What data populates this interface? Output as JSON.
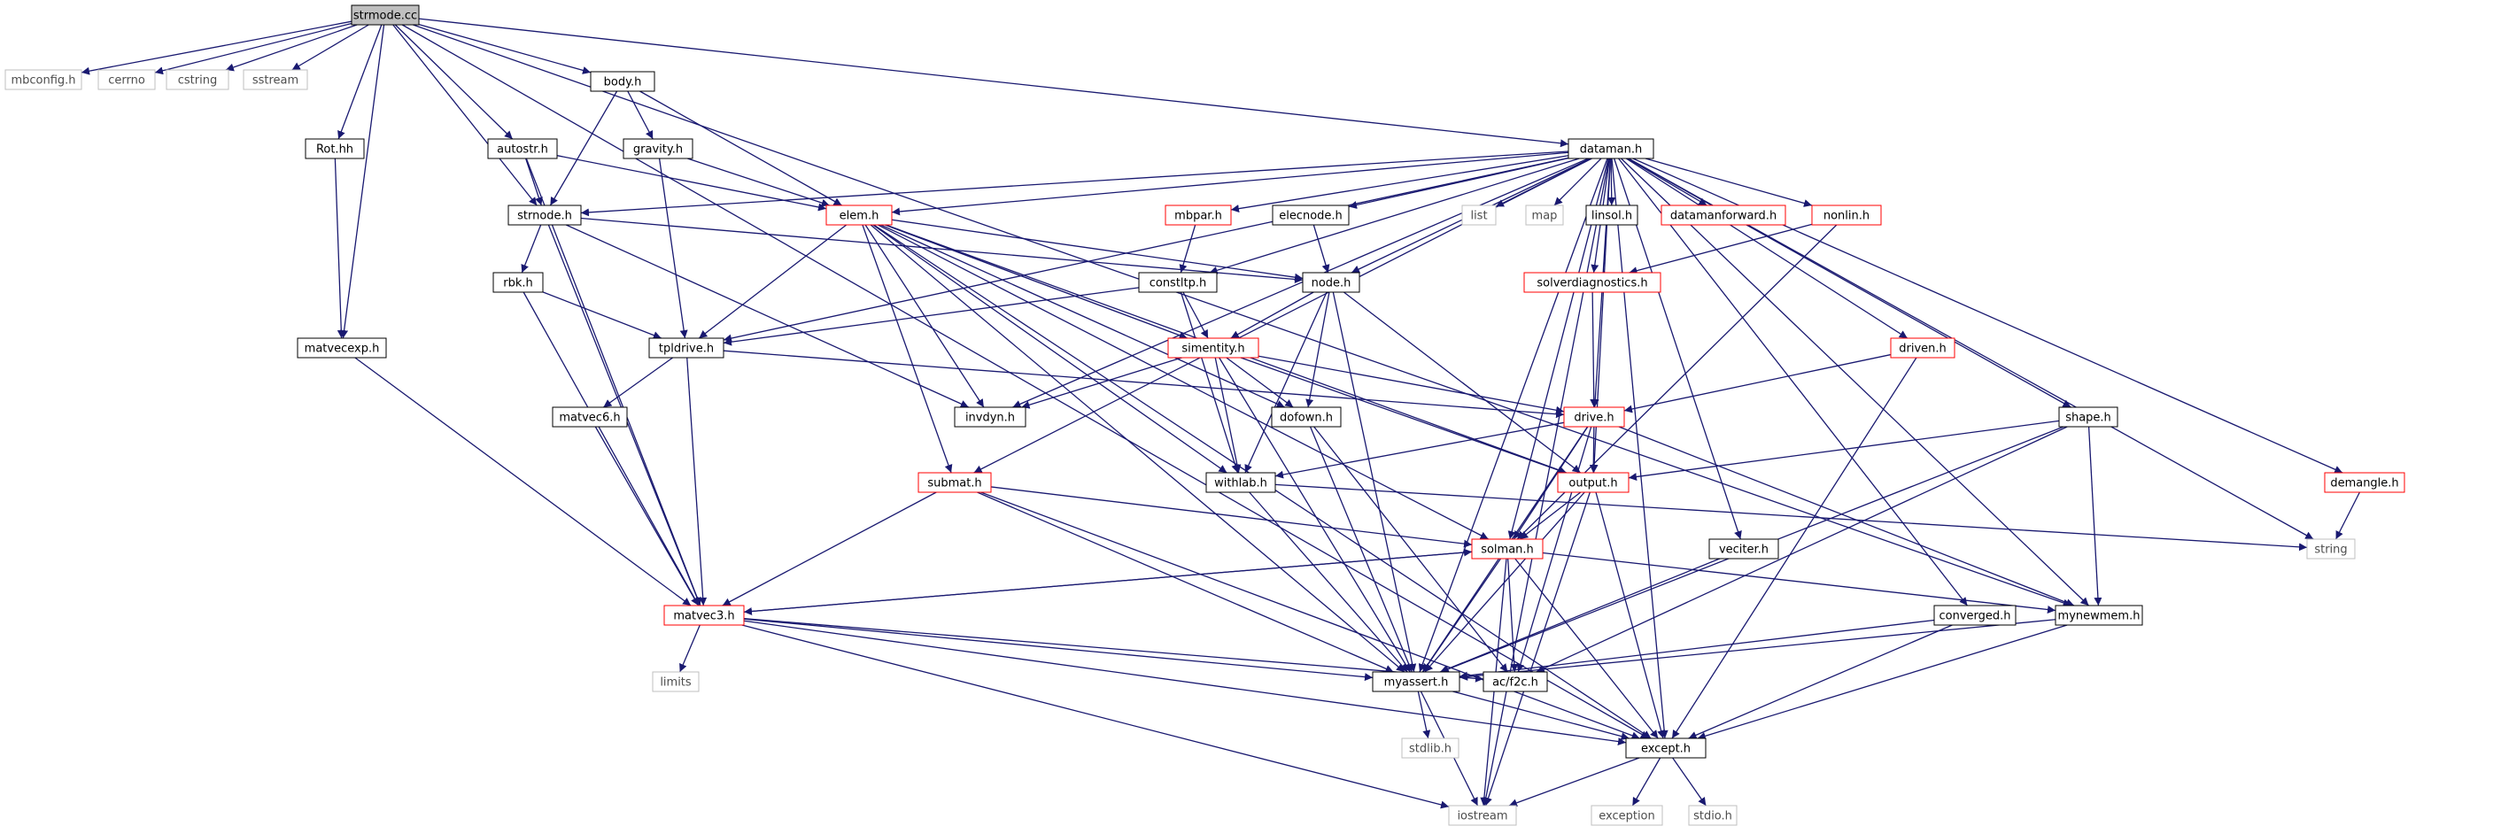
{
  "colors": {
    "edge": "#191970",
    "border_normal": "#000000",
    "border_truncated": "#ff0000",
    "border_external": "#bfbfbf",
    "fill_root": "#bfbfbf",
    "fill_normal": "#ffffff",
    "text_normal": "#000000",
    "text_external": "#4d4d4d"
  },
  "nodes": [
    {
      "id": "strmode_cc",
      "label": "strmode.cc",
      "kind": "root"
    },
    {
      "id": "mbconfig",
      "label": "mbconfig.h",
      "kind": "external"
    },
    {
      "id": "cerrno",
      "label": "cerrno",
      "kind": "external"
    },
    {
      "id": "cstring",
      "label": "cstring",
      "kind": "external"
    },
    {
      "id": "sstream",
      "label": "sstream",
      "kind": "external"
    },
    {
      "id": "body",
      "label": "body.h",
      "kind": "normal"
    },
    {
      "id": "rot",
      "label": "Rot.hh",
      "kind": "normal"
    },
    {
      "id": "autostr",
      "label": "autostr.h",
      "kind": "normal"
    },
    {
      "id": "gravity",
      "label": "gravity.h",
      "kind": "normal"
    },
    {
      "id": "dataman",
      "label": "dataman.h",
      "kind": "normal"
    },
    {
      "id": "strnode",
      "label": "strnode.h",
      "kind": "normal"
    },
    {
      "id": "elem",
      "label": "elem.h",
      "kind": "truncated"
    },
    {
      "id": "mbpar",
      "label": "mbpar.h",
      "kind": "truncated"
    },
    {
      "id": "elecnode",
      "label": "elecnode.h",
      "kind": "normal"
    },
    {
      "id": "list",
      "label": "list",
      "kind": "external"
    },
    {
      "id": "map",
      "label": "map",
      "kind": "external"
    },
    {
      "id": "linsol",
      "label": "linsol.h",
      "kind": "normal"
    },
    {
      "id": "datamanforward",
      "label": "datamanforward.h",
      "kind": "truncated"
    },
    {
      "id": "nonlin",
      "label": "nonlin.h",
      "kind": "truncated"
    },
    {
      "id": "rbk",
      "label": "rbk.h",
      "kind": "normal"
    },
    {
      "id": "constltp",
      "label": "constltp.h",
      "kind": "normal"
    },
    {
      "id": "node",
      "label": "node.h",
      "kind": "normal"
    },
    {
      "id": "solverdiag",
      "label": "solverdiagnostics.h",
      "kind": "truncated"
    },
    {
      "id": "matvecexp",
      "label": "matvecexp.h",
      "kind": "normal"
    },
    {
      "id": "tpldrive",
      "label": "tpldrive.h",
      "kind": "normal"
    },
    {
      "id": "simentity",
      "label": "simentity.h",
      "kind": "truncated"
    },
    {
      "id": "driven",
      "label": "driven.h",
      "kind": "truncated"
    },
    {
      "id": "matvec6",
      "label": "matvec6.h",
      "kind": "normal"
    },
    {
      "id": "invdyn",
      "label": "invdyn.h",
      "kind": "normal"
    },
    {
      "id": "dofown",
      "label": "dofown.h",
      "kind": "normal"
    },
    {
      "id": "drive",
      "label": "drive.h",
      "kind": "truncated"
    },
    {
      "id": "shape",
      "label": "shape.h",
      "kind": "normal"
    },
    {
      "id": "withlab",
      "label": "withlab.h",
      "kind": "normal"
    },
    {
      "id": "output",
      "label": "output.h",
      "kind": "truncated"
    },
    {
      "id": "submat",
      "label": "submat.h",
      "kind": "truncated"
    },
    {
      "id": "demangle",
      "label": "demangle.h",
      "kind": "truncated"
    },
    {
      "id": "string",
      "label": "string",
      "kind": "external"
    },
    {
      "id": "solman",
      "label": "solman.h",
      "kind": "truncated"
    },
    {
      "id": "veciter",
      "label": "veciter.h",
      "kind": "normal"
    },
    {
      "id": "matvec3",
      "label": "matvec3.h",
      "kind": "truncated"
    },
    {
      "id": "converged",
      "label": "converged.h",
      "kind": "normal"
    },
    {
      "id": "mynewmem",
      "label": "mynewmem.h",
      "kind": "normal"
    },
    {
      "id": "limits",
      "label": "limits",
      "kind": "external"
    },
    {
      "id": "myassert",
      "label": "myassert.h",
      "kind": "normal"
    },
    {
      "id": "acf2c",
      "label": "ac/f2c.h",
      "kind": "normal"
    },
    {
      "id": "stdlib",
      "label": "stdlib.h",
      "kind": "external"
    },
    {
      "id": "except",
      "label": "except.h",
      "kind": "normal"
    },
    {
      "id": "iostream",
      "label": "iostream",
      "kind": "external"
    },
    {
      "id": "exception",
      "label": "exception",
      "kind": "external"
    },
    {
      "id": "stdio",
      "label": "stdio.h",
      "kind": "external"
    }
  ],
  "edges": [
    [
      "strmode_cc",
      "mbconfig"
    ],
    [
      "strmode_cc",
      "cerrno"
    ],
    [
      "strmode_cc",
      "cstring"
    ],
    [
      "strmode_cc",
      "sstream"
    ],
    [
      "strmode_cc",
      "body"
    ],
    [
      "strmode_cc",
      "rot"
    ],
    [
      "strmode_cc",
      "autostr"
    ],
    [
      "strmode_cc",
      "strnode"
    ],
    [
      "strmode_cc",
      "matvecexp"
    ],
    [
      "strmode_cc",
      "dataman"
    ],
    [
      "strmode_cc",
      "mynewmem"
    ],
    [
      "strmode_cc",
      "except"
    ],
    [
      "body",
      "gravity"
    ],
    [
      "body",
      "elem"
    ],
    [
      "body",
      "strnode"
    ],
    [
      "rot",
      "matvecexp"
    ],
    [
      "autostr",
      "elem"
    ],
    [
      "autostr",
      "strnode"
    ],
    [
      "autostr",
      "matvec3"
    ],
    [
      "gravity",
      "elem"
    ],
    [
      "gravity",
      "tpldrive"
    ],
    [
      "dataman",
      "strnode"
    ],
    [
      "dataman",
      "elem"
    ],
    [
      "dataman",
      "mbpar"
    ],
    [
      "dataman",
      "elecnode"
    ],
    [
      "dataman",
      "list"
    ],
    [
      "dataman",
      "map"
    ],
    [
      "dataman",
      "linsol"
    ],
    [
      "dataman",
      "datamanforward"
    ],
    [
      "dataman",
      "nonlin"
    ],
    [
      "dataman",
      "solverdiag"
    ],
    [
      "dataman",
      "constltp"
    ],
    [
      "dataman",
      "node"
    ],
    [
      "dataman",
      "tpldrive"
    ],
    [
      "dataman",
      "invdyn"
    ],
    [
      "dataman",
      "submat"
    ],
    [
      "dataman",
      "drive"
    ],
    [
      "dataman",
      "driven"
    ],
    [
      "dataman",
      "shape"
    ],
    [
      "dataman",
      "output"
    ],
    [
      "dataman",
      "solman"
    ],
    [
      "dataman",
      "veciter"
    ],
    [
      "dataman",
      "converged"
    ],
    [
      "dataman",
      "mynewmem"
    ],
    [
      "dataman",
      "myassert"
    ],
    [
      "dataman",
      "demangle"
    ],
    [
      "dataman",
      "string"
    ],
    [
      "dataman",
      "except"
    ],
    [
      "dataman",
      "iostream"
    ],
    [
      "strnode",
      "rbk"
    ],
    [
      "strnode",
      "node"
    ],
    [
      "strnode",
      "matvec3"
    ],
    [
      "strnode",
      "invdyn"
    ],
    [
      "elem",
      "node"
    ],
    [
      "elem",
      "dofown"
    ],
    [
      "elem",
      "simentity"
    ],
    [
      "elem",
      "invdyn"
    ],
    [
      "elem",
      "submat"
    ],
    [
      "elem",
      "withlab"
    ],
    [
      "elem",
      "output"
    ],
    [
      "elem",
      "solman"
    ],
    [
      "elem",
      "myassert"
    ],
    [
      "elem",
      "except"
    ],
    [
      "elem",
      "tpldrive"
    ],
    [
      "mbpar",
      "constltp"
    ],
    [
      "elecnode",
      "node"
    ],
    [
      "nonlin",
      "solverdiag"
    ],
    [
      "nonlin",
      "solman"
    ],
    [
      "solverdiag",
      "drive"
    ],
    [
      "rbk",
      "tpldrive"
    ],
    [
      "rbk",
      "matvec3"
    ],
    [
      "constltp",
      "simentity"
    ],
    [
      "constltp",
      "tpldrive"
    ],
    [
      "constltp",
      "withlab"
    ],
    [
      "node",
      "simentity"
    ],
    [
      "node",
      "dofown"
    ],
    [
      "node",
      "withlab"
    ],
    [
      "node",
      "output"
    ],
    [
      "node",
      "myassert"
    ],
    [
      "matvecexp",
      "matvec3"
    ],
    [
      "tpldrive",
      "matvec6"
    ],
    [
      "tpldrive",
      "drive"
    ],
    [
      "tpldrive",
      "matvec3"
    ],
    [
      "simentity",
      "invdyn"
    ],
    [
      "simentity",
      "dofown"
    ],
    [
      "simentity",
      "withlab"
    ],
    [
      "simentity",
      "drive"
    ],
    [
      "simentity",
      "output"
    ],
    [
      "simentity",
      "myassert"
    ],
    [
      "driven",
      "drive"
    ],
    [
      "driven",
      "except"
    ],
    [
      "matvec6",
      "matvec3"
    ],
    [
      "dofown",
      "myassert"
    ],
    [
      "dofown",
      "acf2c"
    ],
    [
      "drive",
      "withlab"
    ],
    [
      "drive",
      "output"
    ],
    [
      "drive",
      "solman"
    ],
    [
      "drive",
      "mynewmem"
    ],
    [
      "drive",
      "myassert"
    ],
    [
      "drive",
      "acf2c"
    ],
    [
      "shape",
      "output"
    ],
    [
      "shape",
      "mynewmem"
    ],
    [
      "shape",
      "myassert"
    ],
    [
      "shape",
      "acf2c"
    ],
    [
      "withlab",
      "string"
    ],
    [
      "withlab",
      "myassert"
    ],
    [
      "output",
      "solman"
    ],
    [
      "output",
      "myassert"
    ],
    [
      "output",
      "except"
    ],
    [
      "output",
      "iostream"
    ],
    [
      "submat",
      "solman"
    ],
    [
      "submat",
      "matvec3"
    ],
    [
      "submat",
      "myassert"
    ],
    [
      "submat",
      "except"
    ],
    [
      "demangle",
      "string"
    ],
    [
      "solman",
      "matvec3"
    ],
    [
      "solman",
      "mynewmem"
    ],
    [
      "solman",
      "myassert"
    ],
    [
      "solman",
      "acf2c"
    ],
    [
      "solman",
      "except"
    ],
    [
      "solman",
      "iostream"
    ],
    [
      "veciter",
      "myassert"
    ],
    [
      "matvec3",
      "solman"
    ],
    [
      "matvec3",
      "limits"
    ],
    [
      "matvec3",
      "myassert"
    ],
    [
      "matvec3",
      "acf2c"
    ],
    [
      "matvec3",
      "except"
    ],
    [
      "matvec3",
      "iostream"
    ],
    [
      "converged",
      "myassert"
    ],
    [
      "converged",
      "except"
    ],
    [
      "mynewmem",
      "myassert"
    ],
    [
      "mynewmem",
      "except"
    ],
    [
      "myassert",
      "stdlib"
    ],
    [
      "myassert",
      "except"
    ],
    [
      "myassert",
      "iostream"
    ],
    [
      "except",
      "iostream"
    ],
    [
      "except",
      "exception"
    ],
    [
      "except",
      "stdio"
    ]
  ]
}
